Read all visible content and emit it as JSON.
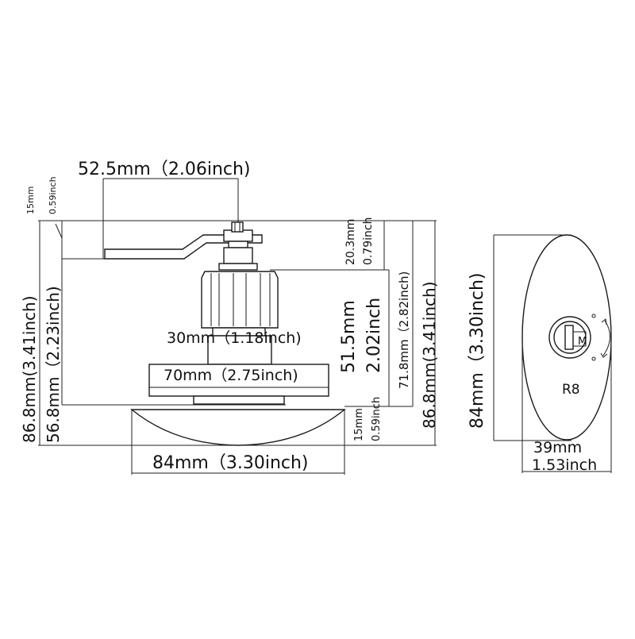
{
  "colors": {
    "line": "#1a1a1a",
    "text": "#111111",
    "background": "#ffffff"
  },
  "dimensions": {
    "handle_length": "52.5mm（2.06inch)",
    "top_side_mm": "15mm",
    "top_side_inch": "0.59inch",
    "spindle_height_mm": "20.3mm",
    "spindle_height_inch": "0.79inch",
    "overall_left": "86.8mm(3.41inch)",
    "lever_to_body_left": "56.8mm（2.23inch)",
    "collar_width": "30mm（1.18inch)",
    "flange_width": "70mm（2.75inch)",
    "body_height_mm": "51.5mm",
    "body_height_inch": "2.02inch",
    "body_to_top": "71.8mm（2.82inch)",
    "overall_right": "86.8mm(3.41inch)",
    "cap_height_mm": "15mm",
    "cap_height_inch": "0.59inch",
    "base_width": "84mm（3.30inch)",
    "plate_height": "84mm（3.30inch)",
    "plate_width_mm": "39mm",
    "plate_width_inch": "1.53inch"
  },
  "plate": {
    "key_label": "R8",
    "lock_mark": "M"
  }
}
